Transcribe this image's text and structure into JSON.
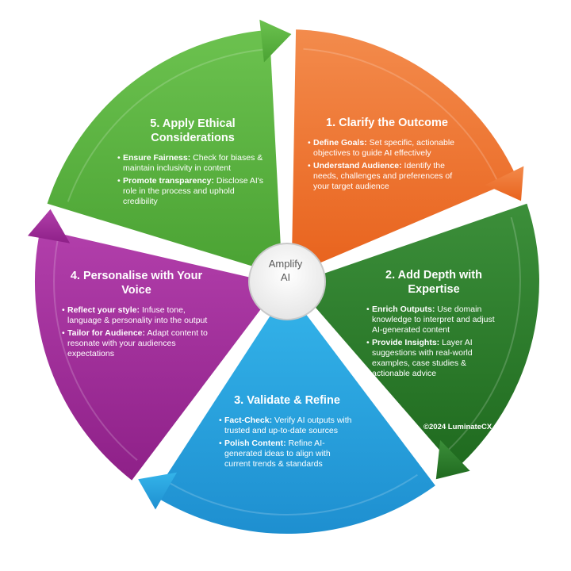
{
  "hub": {
    "line1": "Amplify",
    "line2": "AI"
  },
  "copyright": "©2024 LuminateCX",
  "colors": {
    "orange": "#f07a30",
    "green_dark": "#2f7d2d",
    "blue": "#2aa6e0",
    "purple": "#a12e9a",
    "green_light": "#5db443"
  },
  "segments": [
    {
      "title_lines": [
        "1. Clarify the Outcome"
      ],
      "bullets": [
        {
          "term": "Define Goals:",
          "text": " Set specific, actionable objectives to guide AI effectively"
        },
        {
          "term": "Understand Audience:",
          "text": " Identify the needs, challenges and preferences of your target audience"
        }
      ]
    },
    {
      "title_lines": [
        "2. Add Depth with",
        "Expertise"
      ],
      "bullets": [
        {
          "term": "Enrich Outputs:",
          "text": " Use domain knowledge to interpret and adjust AI-generated content"
        },
        {
          "term": "Provide Insights:",
          "text": " Layer AI suggestions with real-world examples, case studies & actionable advice"
        }
      ]
    },
    {
      "title_lines": [
        "3. Validate & Refine"
      ],
      "bullets": [
        {
          "term": "Fact-Check:",
          "text": " Verify AI outputs with trusted and up-to-date sources"
        },
        {
          "term": "Polish Content:",
          "text": " Refine AI-generated ideas to align with current trends & standards"
        }
      ]
    },
    {
      "title_lines": [
        "4. Personalise with Your",
        "Voice"
      ],
      "bullets": [
        {
          "term": "Reflect your style:",
          "text": " Infuse tone, language & personality into the output"
        },
        {
          "term": "Tailor for Audience:",
          "text": " Adapt content to resonate with your audiences expectations"
        }
      ]
    },
    {
      "title_lines": [
        "5. Apply Ethical",
        "Considerations"
      ],
      "bullets": [
        {
          "term": "Ensure Fairness:",
          "text": " Check for biases & maintain inclusivity in content"
        },
        {
          "term": "Promote transparency:",
          "text": " Disclose AI's role in the process and uphold credibility"
        }
      ]
    }
  ]
}
